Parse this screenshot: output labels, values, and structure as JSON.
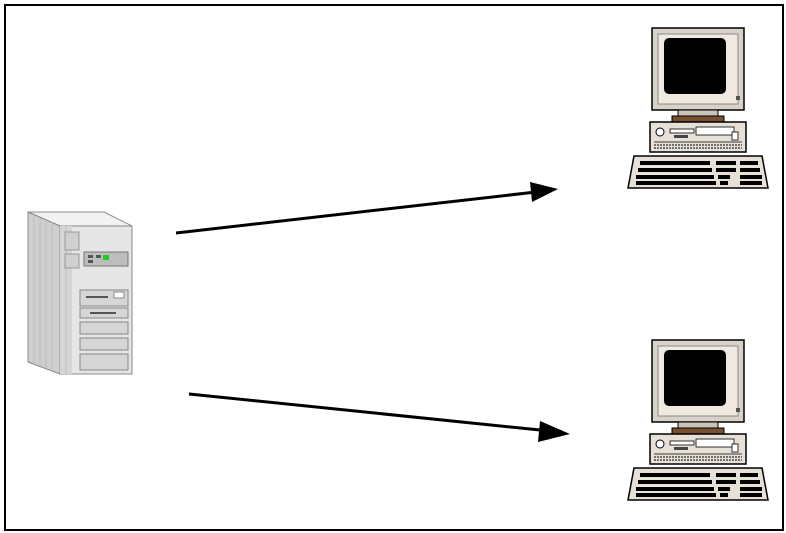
{
  "colors": {
    "border": "#000000",
    "arrow": "#000000",
    "case_light": "#e8e8e8",
    "case_mid": "#cfcfcf",
    "case_dark": "#a9a9a9",
    "monitor_beige": "#d8d2c8",
    "monitor_brown": "#7a4e2e",
    "screen": "#000000",
    "led_green": "#22cc22"
  },
  "nodes": {
    "server": {
      "icon": "tower-server-icon"
    },
    "client_top": {
      "icon": "desktop-computer-icon"
    },
    "client_bottom": {
      "icon": "desktop-computer-icon"
    }
  },
  "edges": [
    {
      "from": "server",
      "to": "client_top",
      "style": "solid-arrow"
    },
    {
      "from": "server",
      "to": "client_bottom",
      "style": "solid-arrow"
    }
  ]
}
